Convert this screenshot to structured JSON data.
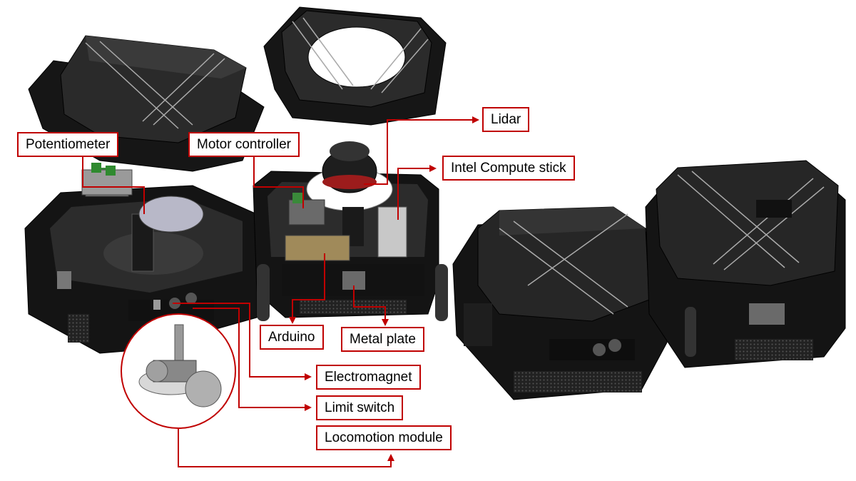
{
  "diagram": {
    "accent_color": "#c00000",
    "body_color": "#1c1c1c",
    "labels": {
      "lidar": "Lidar",
      "potentiometer": "Potentiometer",
      "motor_controller": "Motor controller",
      "intel_compute_stick": "Intel Compute stick",
      "arduino": "Arduino",
      "metal_plate": "Metal plate",
      "electromagnet": "Electromagnet",
      "limit_switch": "Limit switch",
      "locomotion_module": "Locomotion module"
    }
  }
}
